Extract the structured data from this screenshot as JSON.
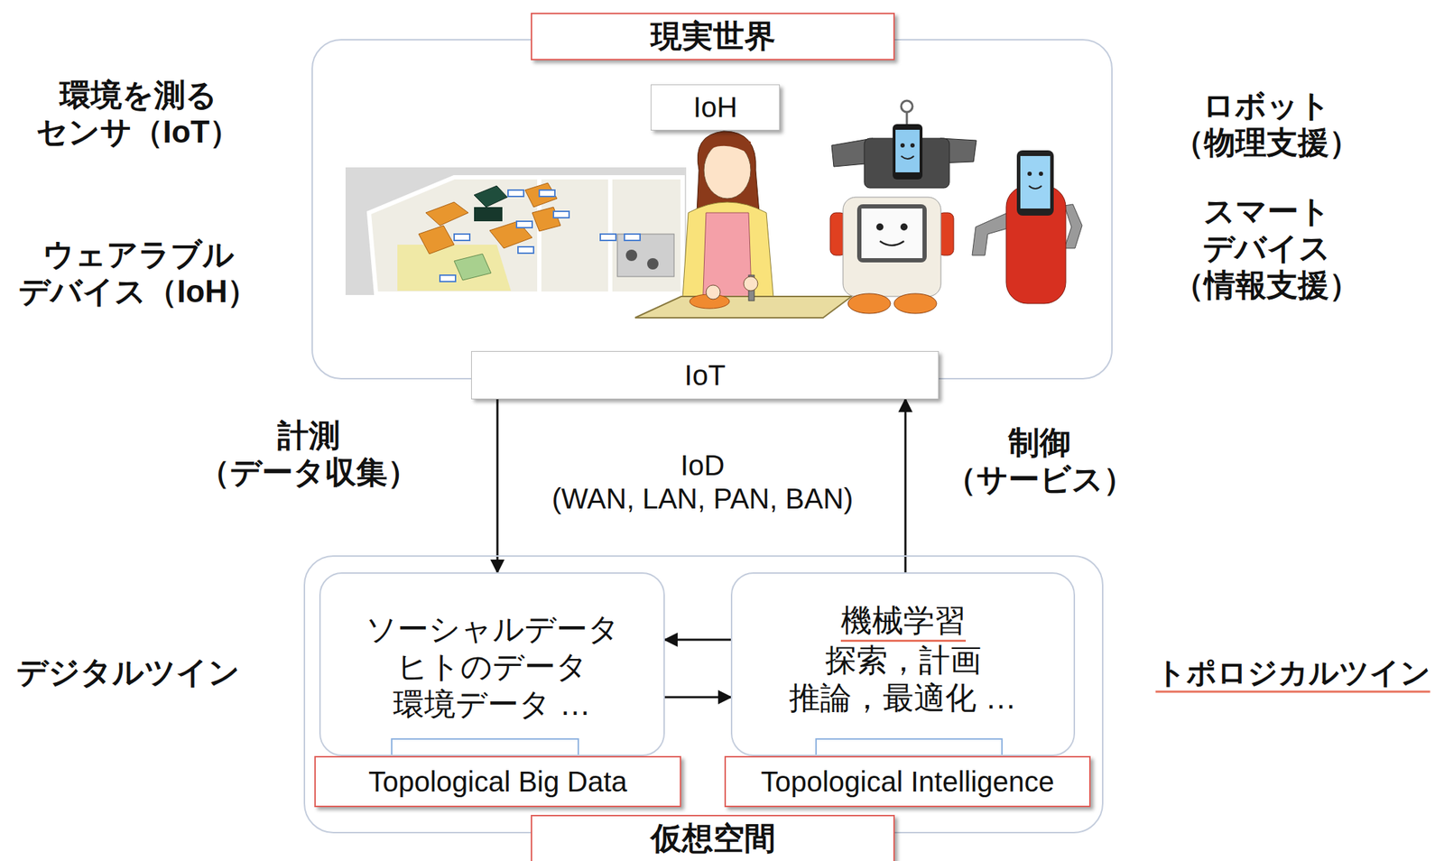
{
  "diagram": {
    "nodes": [
      {
        "text": [
          "現実世界"
        ]
      },
      {
        "text": [
          "IoH"
        ],
        "in": 0
      },
      {
        "text": [
          "IoT"
        ],
        "in": 0
      },
      {
        "text": [
          "仮想空間"
        ]
      },
      {
        "text": [
          "ソーシャルデータ",
          "ヒトのデータ",
          "環境データ …"
        ],
        "in": 3
      },
      {
        "text": [
          "Topological Big Data"
        ],
        "in": 3
      },
      {
        "text": [
          "機械学習",
          "探索，計画",
          "推論，最適化 …"
        ],
        "in": 3
      },
      {
        "text": [
          "Topological Intelligence"
        ],
        "in": 3
      }
    ],
    "edges": [
      {
        "from": 2,
        "to": 4,
        "arrow": "to",
        "label": "計測 （データ収集）"
      },
      {
        "from": 6,
        "to": 2,
        "arrow": "to",
        "label": "制御 （サービス）"
      },
      {
        "from": 6,
        "to": 4,
        "arrow": "to"
      },
      {
        "from": 4,
        "to": 6,
        "arrow": "to"
      }
    ],
    "labels": [
      "環境を測る センサ（IoT）",
      "ウェアラブル デバイス（IoH）",
      "ロボット （物理支援）",
      "スマート デバイス （情報支援）",
      "IoD (WAN, LAN, PAN, BAN)",
      "デジタルツイン",
      "トポロジカルツイン"
    ]
  }
}
